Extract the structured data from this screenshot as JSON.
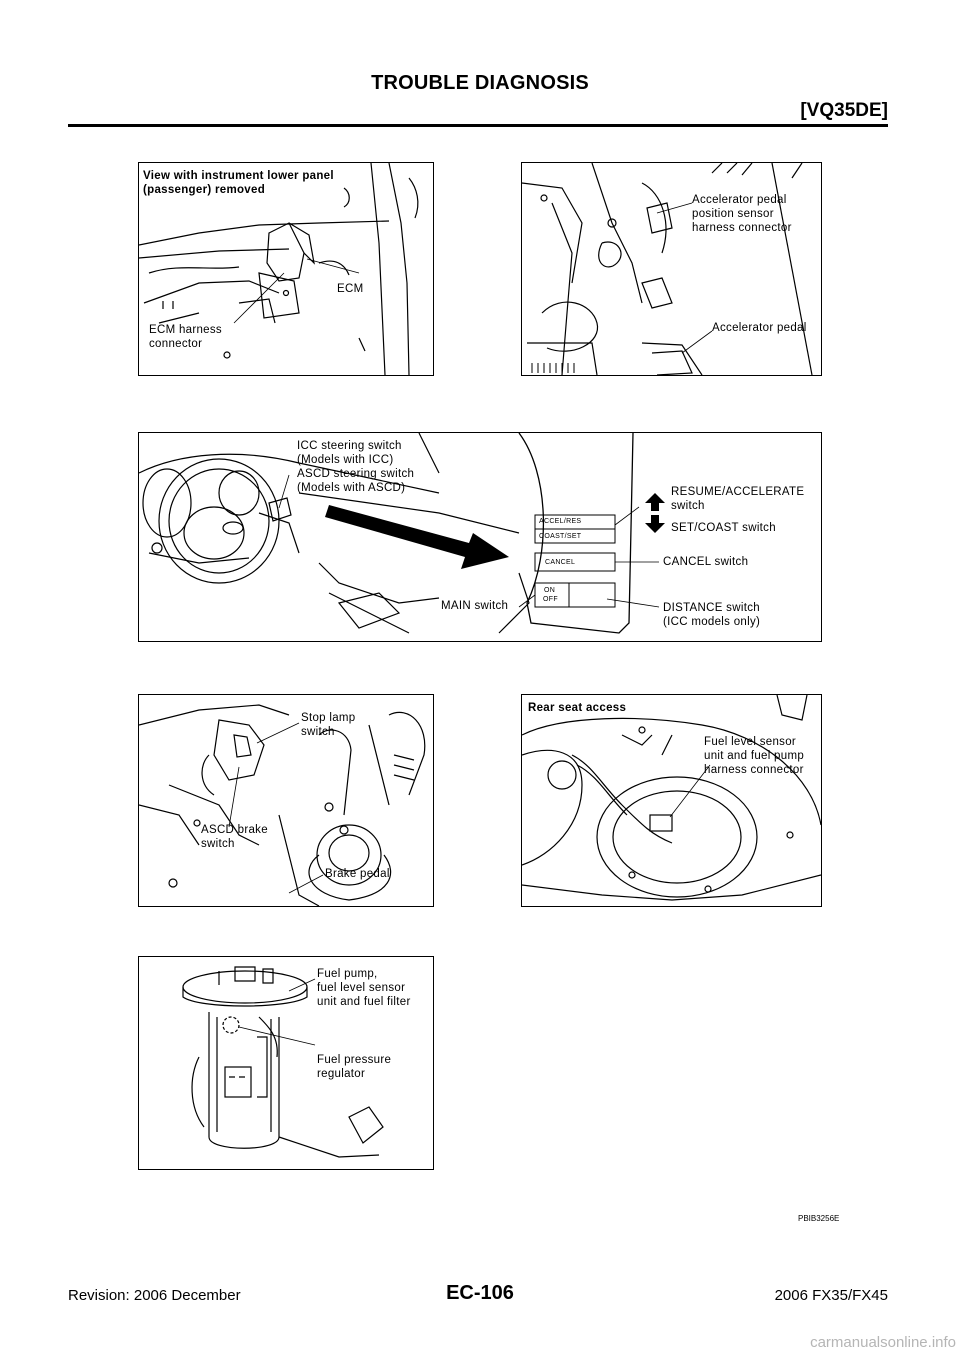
{
  "header": {
    "title": "TROUBLE DIAGNOSIS",
    "engine": "[VQ35DE]"
  },
  "panels": {
    "ecm": {
      "heading": "View with instrument lower panel\n(passenger) removed",
      "ecm": "ECM",
      "harness": "ECM harness\nconnector"
    },
    "accel": {
      "sensor": "Accelerator pedal\nposition sensor\nharness connector",
      "pedal": "Accelerator pedal"
    },
    "steering": {
      "icc": "ICC steering switch\n(Models with ICC)\nASCD steering switch\n(Models with ASCD)",
      "resume": "RESUME/ACCELERATE\nswitch",
      "set": "SET/COAST switch",
      "cancel": "CANCEL switch",
      "main": "MAIN switch",
      "distance": "DISTANCE switch\n(ICC models only)",
      "btn_accel": "ACCEL/RES",
      "btn_coast": "COAST/SET",
      "btn_cancel": "CANCEL",
      "btn_on": "ON",
      "btn_off": "OFF"
    },
    "brake": {
      "stop": "Stop lamp\nswitch",
      "ascd": "ASCD brake\nswitch",
      "pedal": "Brake pedal"
    },
    "rear": {
      "heading": "Rear seat access",
      "sensor": "Fuel level sensor\nunit and fuel pump\nharness connector"
    },
    "pump": {
      "pump": "Fuel pump,\nfuel level sensor\nunit and fuel filter",
      "regulator": "Fuel pressure\nregulator"
    }
  },
  "ref_code": "PBIB3256E",
  "footer": {
    "page": "EC-106",
    "revision": "Revision: 2006 December",
    "model": "2006 FX35/FX45"
  },
  "watermark": "carmanualsonline.info"
}
